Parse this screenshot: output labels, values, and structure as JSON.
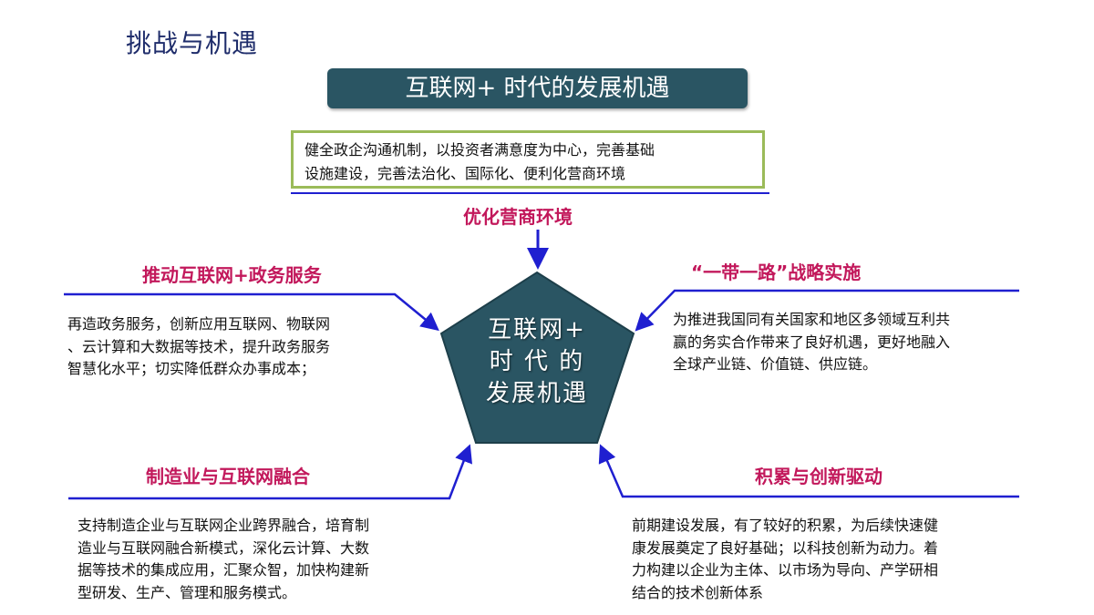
{
  "page_title": "挑战与机遇",
  "header": "互联网+ 时代的发展机遇",
  "top_box_lines": [
    "健全政企沟通机制，以投资者满意度为中心，完善基础",
    "设施建设，完善法治化、国际化、便利化营商环境"
  ],
  "center": {
    "lines": [
      "互联网+",
      "时 代 的",
      "发展机遇"
    ]
  },
  "sections": {
    "top": {
      "title": "优化营商环境"
    },
    "left_upper": {
      "title": "推动互联网+政务服务",
      "lines": [
        "再造政务服务，创新应用互联网、物联网",
        "、云计算和大数据等技术，提升政务服务",
        "智慧化水平；切实降低群众办事成本；"
      ]
    },
    "right_upper": {
      "title": "“一带一路”战略实施",
      "lines": [
        "为推进我国同有关国家和地区多领域互利共",
        "赢的务实合作带来了良好机遇，更好地融入",
        "全球产业链、价值链、供应链。"
      ]
    },
    "left_lower": {
      "title": "制造业与互联网融合",
      "lines": [
        "支持制造企业与互联网企业跨界融合，培育制",
        "造业与互联网融合新模式，深化云计算、大数",
        "据等技术的集成应用，汇聚众智，加快构建新",
        "型研发、生产、管理和服务模式。"
      ]
    },
    "right_lower": {
      "title": "积累与创新驱动",
      "lines": [
        "前期建设发展，有了较好的积累，为后续快速健",
        "康发展奠定了良好基础；以科技创新为动力。着",
        "力构建以企业为主体、以市场为导向、产学研相",
        "结合的技术创新体系"
      ]
    }
  },
  "colors": {
    "banner": "#2a5563",
    "pentagon": "#2a5563",
    "title_accent": "#c2185b",
    "connector": "#1f1fd0",
    "top_box_border": "#9bbb59",
    "page_title": "#1f2d6b"
  }
}
